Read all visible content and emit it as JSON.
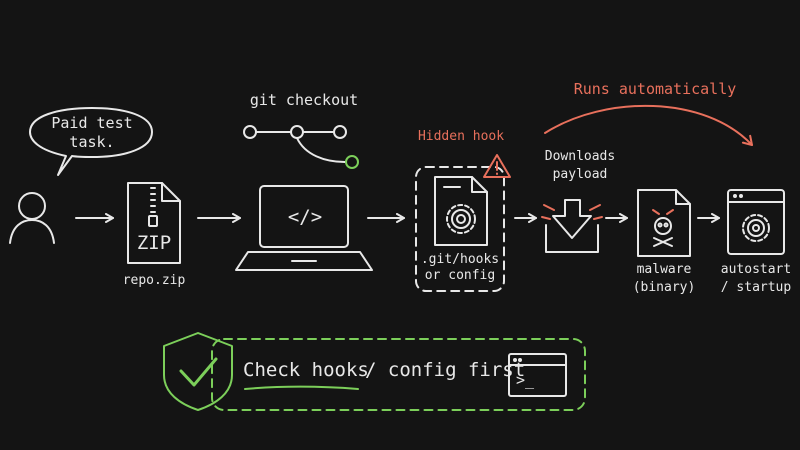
{
  "bubble": {
    "line1": "Paid test",
    "line2": "task."
  },
  "git": {
    "title": "git checkout"
  },
  "zip": {
    "badge": "ZIP",
    "filename": "repo.zip"
  },
  "code": {
    "symbol": "</>"
  },
  "hook": {
    "title": "Hidden hook",
    "line1": ".git/hooks",
    "line2": "or config"
  },
  "download": {
    "line1": "Downloads",
    "line2": "payload"
  },
  "auto": {
    "title": "Runs automatically"
  },
  "malware": {
    "line1": "malware",
    "line2": "(binary)"
  },
  "startup": {
    "line1": "autostart",
    "line2": "/ startup"
  },
  "callout": {
    "text_part1": "Check hooks",
    "text_part2": "/ config first",
    "prompt": ">_"
  },
  "colors": {
    "background": "#141414",
    "stroke": "#e8e8e8",
    "warning": "#e8705c",
    "safe": "#7ccf5a"
  }
}
